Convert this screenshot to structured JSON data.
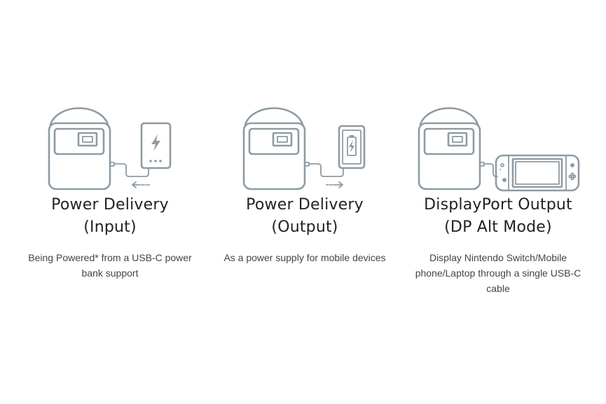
{
  "features": [
    {
      "title": "Power Delivery (Input)",
      "description": "Being Powered* from a USB-C power bank support",
      "icon": "projector-to-power-bank-icon"
    },
    {
      "title": "Power Delivery (Output)",
      "description": "As a power supply for mobile devices",
      "icon": "projector-to-phone-icon"
    },
    {
      "title": "DisplayPort Output (DP Alt Mode)",
      "description": "Display Nintendo Switch/Mobile phone/Laptop through a single USB-C cable",
      "icon": "projector-to-game-console-icon"
    }
  ],
  "colors": {
    "icon_stroke": "#8e9ba3",
    "title_text": "#222222",
    "description_text": "#444444",
    "background": "#ffffff"
  }
}
